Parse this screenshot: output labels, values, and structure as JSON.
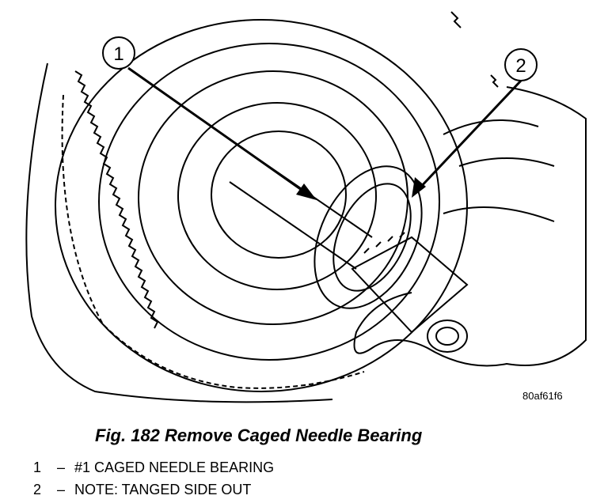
{
  "figure": {
    "caption": "Fig. 182 Remove Caged Needle Bearing",
    "reference_code": "80af61f6"
  },
  "callouts": [
    {
      "number": "1",
      "text": "#1 CAGED NEEDLE BEARING"
    },
    {
      "number": "2",
      "text": "NOTE: TANGED SIDE OUT"
    }
  ],
  "legend_separator": "–"
}
